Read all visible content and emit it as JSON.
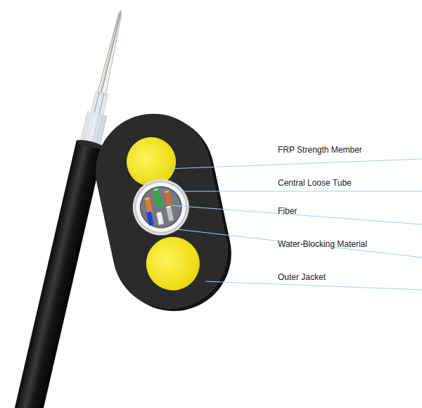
{
  "diagram": {
    "labels": [
      "FRP Strength Member",
      "Central Loose Tube",
      "Fiber",
      "Water-Blocking Material",
      "Outer Jacket"
    ]
  }
}
